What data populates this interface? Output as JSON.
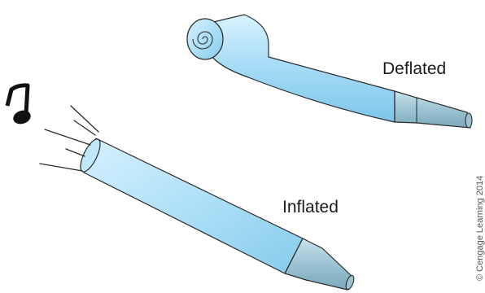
{
  "labels": {
    "deflated": "Deflated",
    "inflated": "Inflated"
  },
  "credit": "© Cengage Learning 2014",
  "colors": {
    "tube_light": "#cfeefc",
    "tube_mid": "#a6dbf5",
    "tube_dark": "#6fbfe6",
    "mouthpiece": "#8fb7c8",
    "outline": "#2a2a2a"
  },
  "icons": [
    "music-note-icon",
    "sound-lines-icon"
  ]
}
